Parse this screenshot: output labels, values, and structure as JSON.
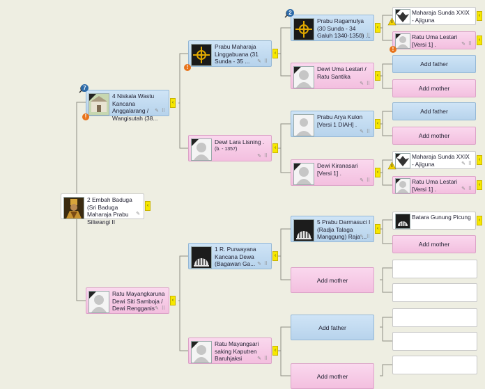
{
  "people": {
    "p0": {
      "name": "2 Embah Baduga (Sri Baduga Maharaja Prabu Siliwangi II",
      "tools": "✎"
    },
    "p1": {
      "name": "4 Niskala Wastu Kancana Anggalarang / Wangisutah (38...",
      "tools": "✎ ⠿",
      "count": "7"
    },
    "p2": {
      "name": "Ratu Mayangkaruna Dewi Siti Samboja / Dewi Rengganis",
      "tools": "✎ ⠿"
    },
    "p3": {
      "name": "Prabu Maharaja Linggabuana (31 Sunda - 35 ...",
      "tools": "✎ ⠿"
    },
    "p4": {
      "name": "Dewi Lara Lisning .",
      "sub": "(b. - 1357)",
      "tools": "✎ ⠿"
    },
    "p5": {
      "name": "1 R. Purwayana Kancana Dewa (Bagawan Ga...",
      "tools": "✎ ⠿"
    },
    "p6": {
      "name": "Ratu Mayangsari saking Kaputren Baruhjaksi",
      "tools": "✎ ⠿"
    },
    "p7": {
      "name": "Prabu Ragamulya (30 Sunda - 34 Galuh 1340-1350) ...",
      "tools": "✎ ⠿",
      "count": "2"
    },
    "p8": {
      "name": "Dewi Uma Lestari / Ratu Santika",
      "tools": "✎ ⠿"
    },
    "p9": {
      "name": "Prabu Arya Kulon [Versi 1 DIAH] .",
      "tools": "✎ ⠿"
    },
    "p10": {
      "name": "Dewi Kiranasari [Versi 1] .",
      "tools": "✎ ⠿"
    },
    "p11": {
      "name": "5 Prabu Darmasuci I (Radja Talaga Manggung) Raja ...",
      "tools": "✎ ⠿"
    },
    "p12": {
      "name": "Maharaja Sunda XXIX - Ajiguna",
      "tools": "✎ ⠿"
    },
    "p13": {
      "name": "Ratu Uma Lestari [Versi 1] .",
      "tools": "✎ ⠿"
    },
    "p14": {
      "name": "Maharaja Sunda XXIX - Ajiguna",
      "tools": "✎ ⠿"
    },
    "p15": {
      "name": "Ratu Uma Lestari [Versi 1] .",
      "tools": "✎ ⠿"
    },
    "p16": {
      "name": "Batara Gunung Picung",
      "tools": ""
    }
  },
  "labels": {
    "add_father": "Add father",
    "add_mother": "Add mother"
  },
  "tab_glyph": "‹",
  "warn_glyph": "!",
  "colors": {
    "male": "#cfe4f6",
    "female": "#fad8ee",
    "tab": "#f7e800",
    "warning": "#e8731a",
    "badge": "#2c6aa8"
  }
}
